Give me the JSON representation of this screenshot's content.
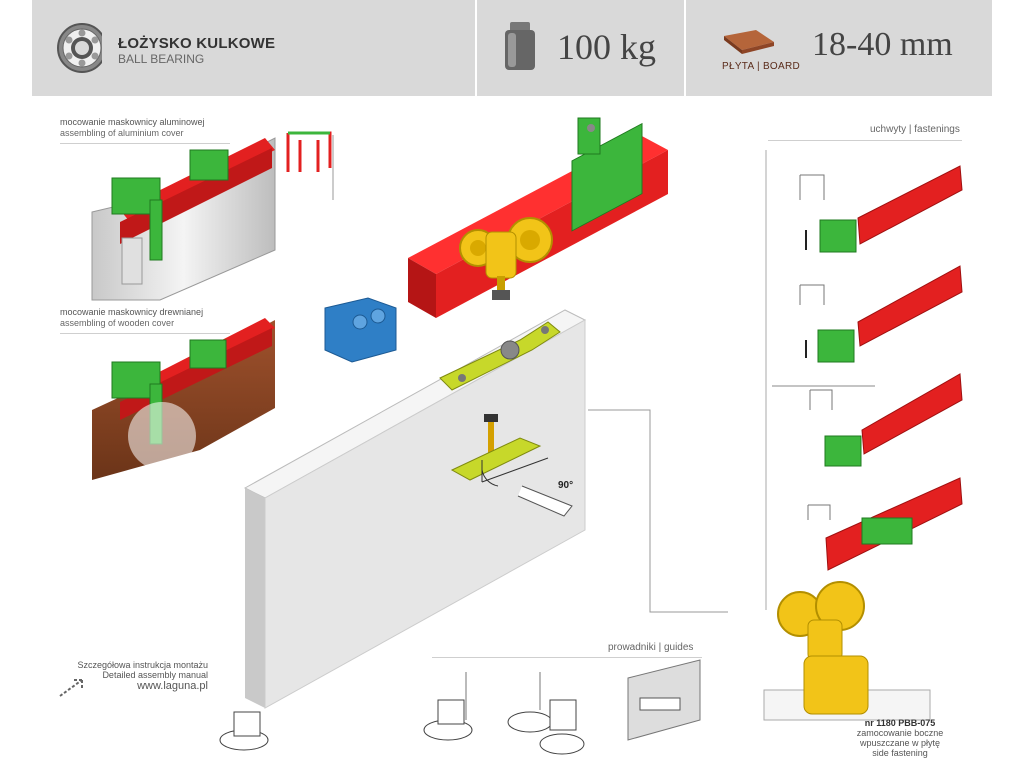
{
  "header": {
    "bearing_title": "ŁOŻYSKO KULKOWE",
    "bearing_subtitle": "BALL BEARING",
    "weight": "100 kg",
    "board_label": "PŁYTA | BOARD",
    "thickness": "18-40 mm"
  },
  "assembly": {
    "aluminium_pl": "mocowanie maskownicy aluminowej",
    "aluminium_en": "assembling of aluminium cover",
    "wooden_pl": "mocowanie maskownicy drewnianej",
    "wooden_en": "assembling of wooden cover"
  },
  "fastenings_label": "uchwyty | fastenings",
  "guides_label": "prowadniki | guides",
  "angle_label": "90°",
  "manual": {
    "line1": "Szczegółowa instrukcja montażu",
    "line2": "Detailed assembly manual",
    "url": "www.laguna.pl"
  },
  "product": {
    "code": "nr 1180 PBB-075",
    "line1": "zamocowanie boczne",
    "line2": "wpuszczane w płytę",
    "line3": "side fastening"
  },
  "colors": {
    "header_bg": "#d9d9d9",
    "rail_red": "#e32020",
    "bracket_green": "#3cb63c",
    "roller_yellow": "#f2c418",
    "stopper_blue": "#2f7fc6",
    "panel_grey": "#e6e6e6"
  }
}
